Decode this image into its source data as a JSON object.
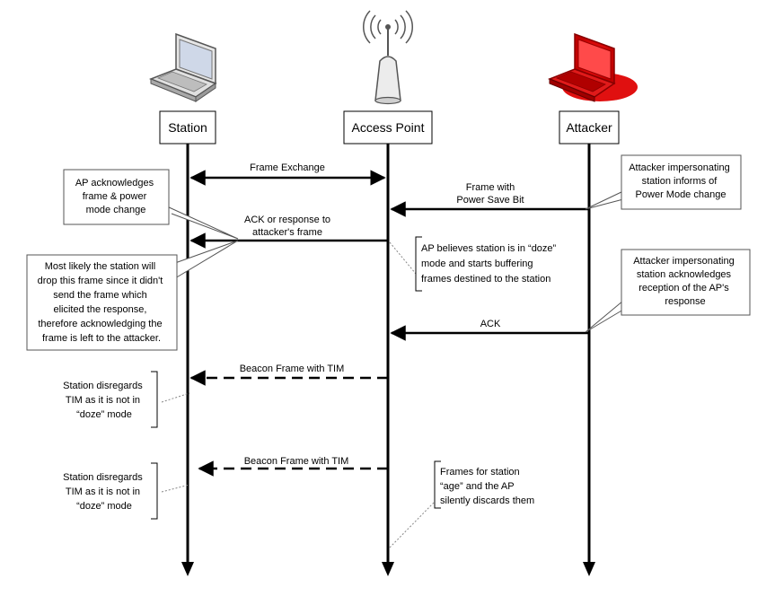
{
  "actors": {
    "station": "Station",
    "access_point": "Access Point",
    "attacker": "Attacker"
  },
  "messages": {
    "frame_exchange": "Frame Exchange",
    "power_save_line1": "Frame with",
    "power_save_line2": "Power Save Bit",
    "ack_response_line1": "ACK or response to",
    "ack_response_line2": "attacker's frame",
    "ack": "ACK",
    "beacon_1": "Beacon Frame with TIM",
    "beacon_2": "Beacon Frame with TIM"
  },
  "notes": {
    "ap_acknowledges": [
      "AP acknowledges",
      "frame & power",
      "mode change"
    ],
    "station_drop": [
      "Most likely the station will",
      "drop this frame since it didn't",
      "send the frame which",
      "elicited the response,",
      "therefore acknowledging the",
      "frame is left to the attacker."
    ],
    "attacker_impersonating_mode": [
      "Attacker impersonating",
      "station informs of",
      "Power Mode change"
    ],
    "ap_believes": [
      "AP believes station is in “doze”",
      "mode and starts buffering",
      "frames destined to the station"
    ],
    "attacker_impersonating_ack": [
      "Attacker impersonating",
      "station acknowledges",
      "reception of the AP's",
      "response"
    ],
    "station_disregards_1": [
      "Station disregards",
      "TIM as it is not in",
      "“doze” mode"
    ],
    "station_disregards_2": [
      "Station disregards",
      "TIM as it is not in",
      "“doze” mode"
    ],
    "frames_age": [
      "Frames for station",
      "“age” and the AP",
      "silently discards them"
    ]
  },
  "colors": {
    "line": "#000000",
    "attacker_laptop": "#e01010",
    "laptop_gray": "#d9d9d9",
    "screen_blue": "#cfd8e8"
  },
  "icons": [
    "laptop-icon",
    "access-point-antenna-icon",
    "attacker-laptop-icon"
  ]
}
